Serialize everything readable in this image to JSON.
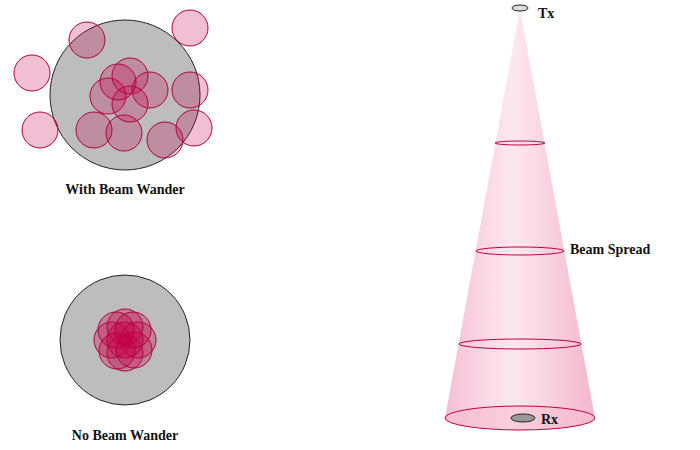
{
  "diagram": {
    "labels": [
      "With Beam Wander",
      "No Beam Wander",
      "Tx",
      "Beam Spread",
      "Rx"
    ]
  }
}
